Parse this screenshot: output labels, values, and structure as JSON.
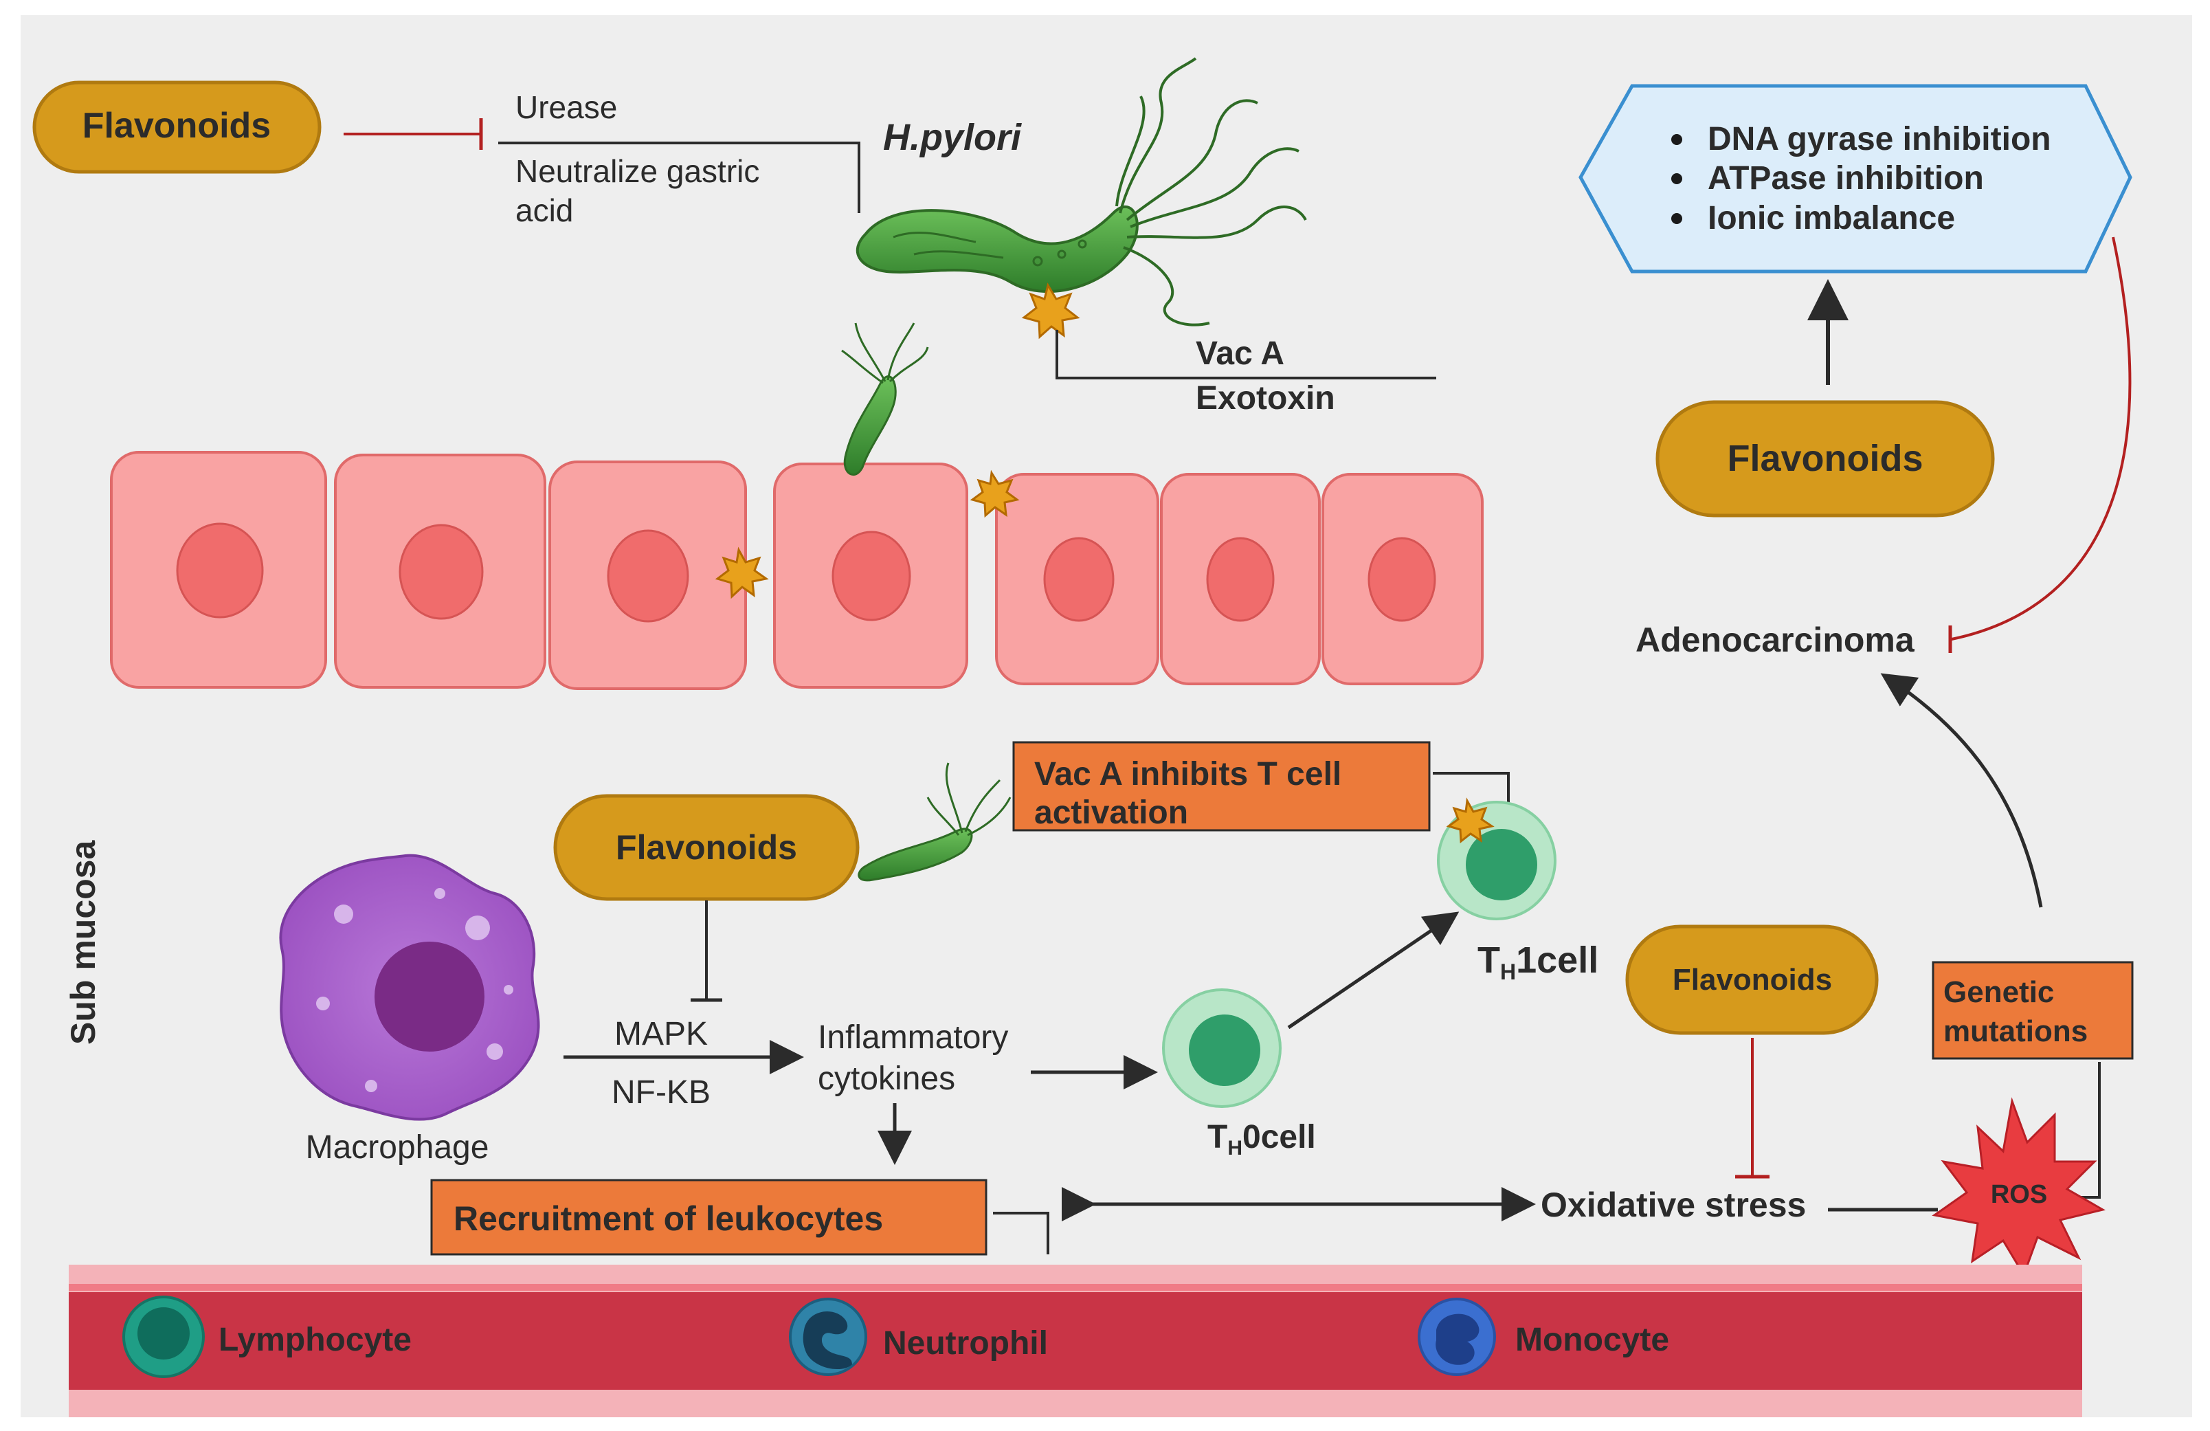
{
  "labels": {
    "flavonoids_top_left": "Flavonoids",
    "urease": "Urease",
    "neutralize_line1": "Neutralize gastric",
    "neutralize_line2": "acid",
    "h_pylori": "H.pylori",
    "vac_a": "Vac A",
    "exotoxin": "Exotoxin",
    "mechanisms": [
      "DNA gyrase inhibition",
      "ATPase inhibition",
      "Ionic imbalance"
    ],
    "flavonoids_right": "Flavonoids",
    "adenocarcinoma": "Adenocarcinoma",
    "vac_inhibit_line1": "Vac A inhibits T cell",
    "vac_inhibit_line2": "activation",
    "flavonoids_mid": "Flavonoids",
    "sub_mucosa": "Sub mucosa",
    "th1_main": "T",
    "th1_sub": "H",
    "th1_rest": "1cell",
    "flavonoids_lower_right": "Flavonoids",
    "genetic_line1": "Genetic",
    "genetic_line2": "mutations",
    "mapk": "MAPK",
    "nfkb": "NF-KB",
    "inflammatory_line1": "Inflammatory",
    "inflammatory_line2": "cytokines",
    "macrophage": "Macrophage",
    "th0_main": "T",
    "th0_sub": "H",
    "th0_rest": "0cell",
    "recruitment": "Recruitment of leukocytes",
    "oxidative": "Oxidative stress",
    "ros": "ROS",
    "lymphocyte": "Lymphocyte",
    "neutrophil": "Neutrophil",
    "monocyte": "Monocyte"
  },
  "colors": {
    "flavonoid_fill": "#d69a1c",
    "flavonoid_stroke": "#b07a10",
    "orange_box": "#ec7a3a",
    "cell_fill": "#f9a3a3",
    "cell_stroke": "#e06a6a",
    "nucleus": "#f06c6c",
    "blood_vessel": "#c93446",
    "hexagon_fill": "#dcedfa",
    "hexagon_stroke": "#3a8fd0",
    "inhibit_red": "#b32020",
    "bacteria_green": "#4a9a3a"
  }
}
